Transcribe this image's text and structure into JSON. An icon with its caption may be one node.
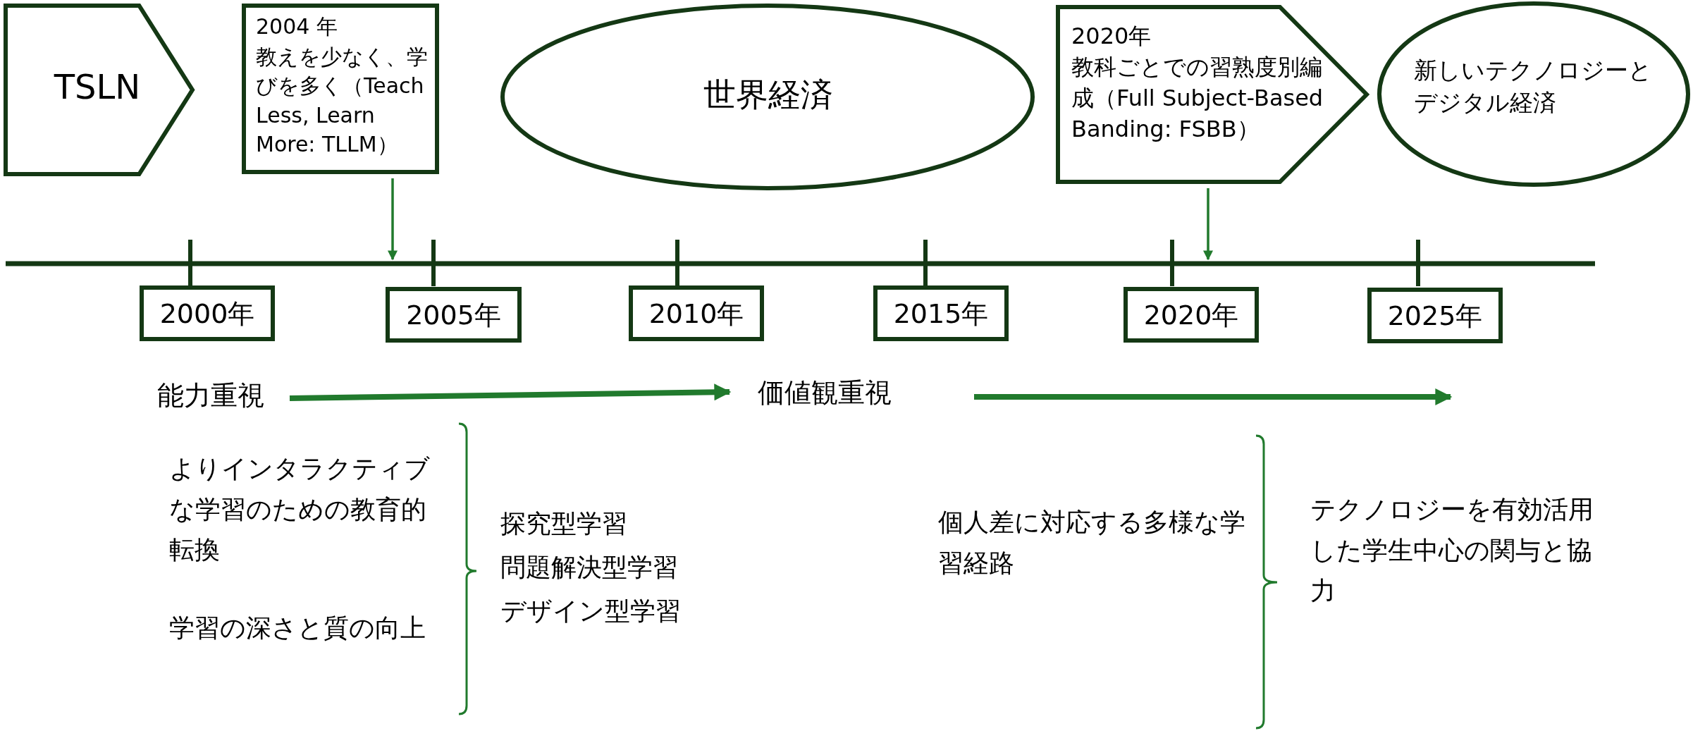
{
  "diagram": {
    "nodes": [
      {
        "text": [
          "TSLN"
        ]
      },
      {
        "text": [
          "2004 年",
          "教えを少なく、学びを多く（Teach Less, Learn More: TLLM）"
        ]
      },
      {
        "text": [
          "世界経済"
        ]
      },
      {
        "text": [
          "2020年",
          "教科ごとでの習熟度別編成（Full Subject-Based Banding: FSBB）"
        ]
      },
      {
        "text": [
          "新しいテクノロジーとデジタル経済"
        ]
      },
      {
        "text": [
          "2000年"
        ]
      },
      {
        "text": [
          "2005年"
        ]
      },
      {
        "text": [
          "2010年"
        ]
      },
      {
        "text": [
          "2015年"
        ]
      },
      {
        "text": [
          "2020年"
        ]
      },
      {
        "text": [
          "2025年"
        ]
      },
      {
        "text": [
          "能力重視"
        ]
      },
      {
        "text": [
          "価値観重視"
        ]
      },
      {
        "text": [],
        "shape": "bar"
      }
    ],
    "edges": [
      {
        "from": 1,
        "to": 13,
        "arrow": "to"
      },
      {
        "from": 3,
        "to": 13,
        "arrow": "to"
      },
      {
        "from": 11,
        "to": 12,
        "arrow": "to",
        "style": "thick"
      },
      {
        "from": 12,
        "to": null,
        "arrow": "to",
        "style": "thick"
      }
    ],
    "labels": [
      "よりインタラクティブな学習のための教育的転換",
      "学習の深さと質の向上",
      "探究型学習",
      "問題解決型学習",
      "デザイン型学習",
      "個人差に対応する多様な学習経路",
      "テクノロジーを有効活用した学生中心の関与と協力"
    ]
  }
}
